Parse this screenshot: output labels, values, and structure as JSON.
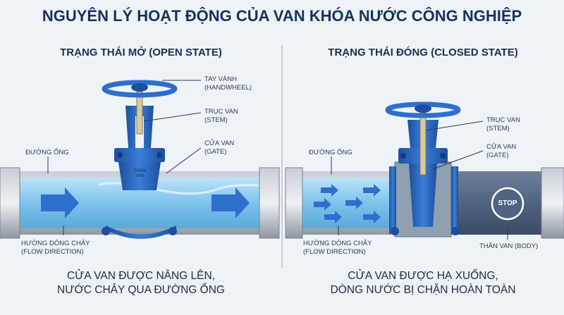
{
  "title": "NGUYÊN LÝ HOẠT ĐỘNG CỦA VAN KHÓA NƯỚC CÔNG NGHIỆP",
  "open": {
    "heading": "TRẠNG THÁI MỞ (OPEN STATE)",
    "handwheel": [
      "TAY VÀNH",
      "(HANDWHEEL)"
    ],
    "stem": [
      "TRỤC VAN",
      "(STEM)"
    ],
    "gate": [
      "CỬA VAN",
      "(GATE)"
    ],
    "pipe": "ĐƯỜNG ỐNG",
    "flow": [
      "HƯỚNG DÒNG CHẢY",
      "(FLOW DIRECTION)"
    ],
    "gate_mark": [
      "THÂN",
      "VAN"
    ],
    "caption": [
      "CỬA VAN ĐƯỢC NÂNG LÊN,",
      "NƯỚC CHẢY QUA ĐƯỜNG ỐNG"
    ]
  },
  "closed": {
    "heading": "TRẠNG THÁI ĐÓNG (CLOSED STATE)",
    "stem": [
      "TRỤC VAN",
      "(STEM)"
    ],
    "gate": [
      "CỬA VAN",
      "(GATE)"
    ],
    "pipe": "ĐƯỜNG ỐNG",
    "flow": [
      "HƯỚNG DÒNG CHẢY",
      "(FLOW DIRECTION)"
    ],
    "body": "THÂN VAN (BODY)",
    "stop": "STOP",
    "caption": [
      "CỬA VAN ĐƯỢC HẠ XUỐNG,",
      "DÒNG NƯỚC BỊ CHẶN HOÀN TOÀN"
    ]
  },
  "colors": {
    "valve_blue": "#2f6fcc",
    "valve_dark": "#1d4f9e",
    "water": "#7ec3ec",
    "pipe_steel": "#9aa3ad",
    "closed_pipe": "#55677f",
    "background": "#eef3f8",
    "title": "#16335e"
  }
}
